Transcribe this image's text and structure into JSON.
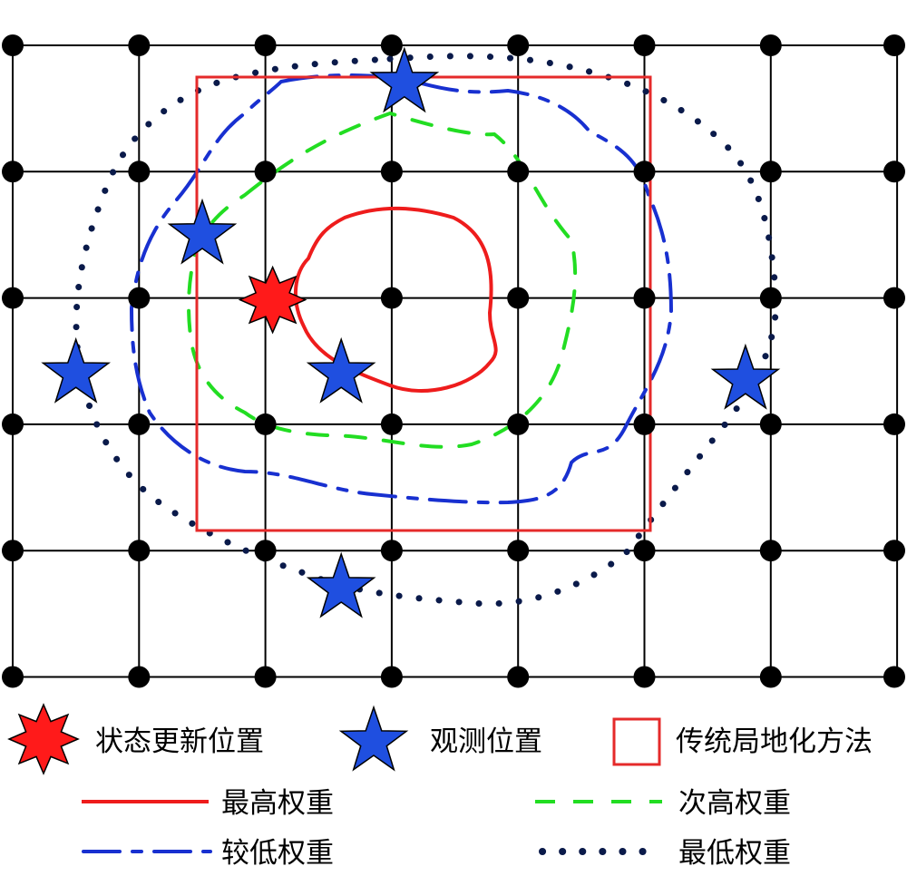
{
  "diagram": {
    "grid": {
      "columns": 8,
      "rows": 6,
      "line_color": "#000000",
      "node_color": "#000000"
    },
    "colors": {
      "update_star": "#ff1a1a",
      "obs_star": "#1f4fe0",
      "traditional_box": "#e52a2a",
      "highest": "#ee1c1c",
      "second": "#22dd22",
      "lower": "#1830d0",
      "lowest": "#0a1a4a"
    },
    "observations": [
      {
        "col": 3.1,
        "row": 0.3
      },
      {
        "col": 1.5,
        "row": 1.5
      },
      {
        "col": 0.5,
        "row": 2.6
      },
      {
        "col": 2.6,
        "row": 2.6
      },
      {
        "col": 5.8,
        "row": 2.65
      },
      {
        "col": 2.6,
        "row": 4.3
      }
    ],
    "update_point": {
      "col": 2.0,
      "row": 2.0
    }
  },
  "legend": {
    "update_position": "状态更新位置",
    "obs_position": "观测位置",
    "traditional": "传统局地化方法",
    "highest_weight": "最高权重",
    "second_weight": "次高权重",
    "lower_weight": "较低权重",
    "lowest_weight": "最低权重"
  }
}
